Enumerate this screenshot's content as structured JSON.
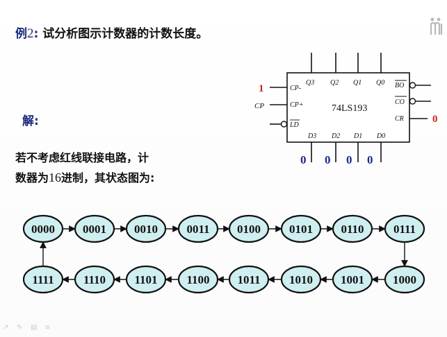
{
  "example": {
    "label": "例",
    "number": "2",
    "separator": ":",
    "question": "试分析图示计数器的计数长度。"
  },
  "solution": {
    "label": "解:"
  },
  "description": {
    "line1": "若不考虑红线联接电路，计",
    "line2_a": "数器为",
    "line2_num": "16",
    "line2_b": "进制，其状态图为:"
  },
  "chip": {
    "name": "74LS193",
    "outputs": [
      "Q3",
      "Q2",
      "Q1",
      "Q0"
    ],
    "inputs": [
      "D3",
      "D2",
      "D1",
      "D0"
    ],
    "left_pins": {
      "cp_down": "CP-",
      "cp_up": "CP+",
      "load": "LD"
    },
    "right_pins": {
      "borrow": "BO",
      "carry": "CO",
      "clear": "CR"
    },
    "external": {
      "cp_label": "CP",
      "cp_down_value": "1",
      "cr_value": "0",
      "d_values": [
        "0",
        "0",
        "0",
        "0"
      ]
    },
    "colors": {
      "red": "#c8231e",
      "blue": "#1c2a8c"
    }
  },
  "state_diagram": {
    "top_row": [
      "0000",
      "0001",
      "0010",
      "0011",
      "0100",
      "0101",
      "0110",
      "0111"
    ],
    "bottom_row": [
      "1111",
      "1110",
      "1101",
      "1100",
      "1011",
      "1010",
      "1001",
      "1000"
    ],
    "node_fill": "#cfeef0"
  },
  "toolbar": {
    "icons": [
      "arrow-icon",
      "pen-icon",
      "slides-icon",
      "menu-icon"
    ]
  }
}
